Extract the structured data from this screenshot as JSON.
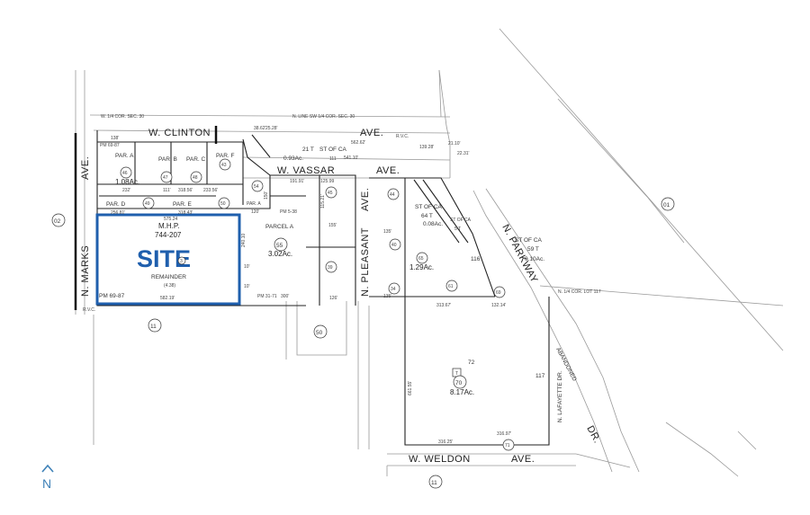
{
  "map": {
    "streets": {
      "w_clinton": "W. CLINTON",
      "clinton_ave": "AVE.",
      "w_vassar": "W. VASSAR",
      "vassar_ave": "AVE.",
      "n_marks": "N. MARKS",
      "marks_ave": "AVE.",
      "n_pleasant": "N. PLEASANT",
      "pleasant_ave": "AVE.",
      "n_parkway": "N. PARKWAY",
      "parkway_dr": "DR.",
      "w_weldon": "W. WELDON",
      "weldon_ave": "AVE.",
      "n_lafayette": "N. LAFAYETTE DR.",
      "abandoned": "ABANDONED"
    },
    "site": {
      "label": "SITE",
      "mhp": "M.H.P.",
      "mhp_num": "744-207",
      "remainder": "REMAINDER",
      "remainder_ac": "(4.38)",
      "parcel_no": "3",
      "pm_ref": "PM 69-87",
      "dim_top": "575.24",
      "dim_bottom": "582.19'"
    },
    "notes": {
      "cor_sec30": "W. 1/4 COR. SEC. 30",
      "line_sw": "N. LINE SW 1/4 COR. SEC. 30",
      "rvc_top": "R.V.C.",
      "rvc_left": "R.V.C.",
      "cor_lot117": "N. 1/4 COR. LOT 117",
      "pm_69_87_top": "PM 69-87",
      "pm_5_38": "PM 5-38",
      "pm_31_71": "PM 31-71",
      "st_of_ca_1": "ST OF CA",
      "st_of_ca_1_ac": "0.93Ac.",
      "st_of_ca_1_num": "21 T",
      "st_of_ca_1_lot": "111",
      "st_of_ca_2": "ST OF CA",
      "st_of_ca_2_num": "64 T",
      "st_of_ca_2_ac": "0.08Ac.",
      "st_of_ca_3": "ST OF CA",
      "st_of_ca_3_num": "5 T",
      "st_of_ca_4": "ST OF CA",
      "st_of_ca_4_num": "59 T",
      "st_of_ca_4_ac": "0.10Ac.",
      "parcel_a": "PARCEL A",
      "parcel_a_ac": "3.02Ac.",
      "lot46_ac": "1.08Ac.",
      "lot65_ac": "1.29Ac.",
      "lot70_ac": "8.17Ac.",
      "lot117": "117",
      "lot116": "116",
      "par_a": "PAR. A",
      "par_b": "PAR. B",
      "par_c": "PAR. C",
      "par_d": "PAR. D",
      "par_e": "PAR. E",
      "par_f": "PAR. F",
      "par_a2": "PAR. A",
      "t72": "72",
      "t_box": "T"
    },
    "circled": [
      "02",
      "01",
      "11",
      "11",
      "50",
      "46",
      "47",
      "48",
      "43",
      "54",
      "49",
      "50",
      "55",
      "45",
      "39",
      "44",
      "40",
      "65",
      "61",
      "34",
      "69",
      "70",
      "71"
    ],
    "dimensions": [
      "138'",
      "313.67'",
      "132.14'",
      "316.25'",
      "316.97'",
      "661.55'",
      "318.56'",
      "233.56'",
      "240.10",
      "150'",
      "191.91'",
      "120'",
      "300'",
      "232'",
      "111'",
      "256.81'",
      "318.43'",
      "139.28'",
      "21.10'",
      "22.31'",
      "562.62'",
      "541.10'",
      "38.62'",
      "25.28'",
      "125.99",
      "126'",
      "155'",
      "115.21'",
      "135'",
      "135'",
      "10'",
      "10'"
    ],
    "north_arrow": "N"
  }
}
